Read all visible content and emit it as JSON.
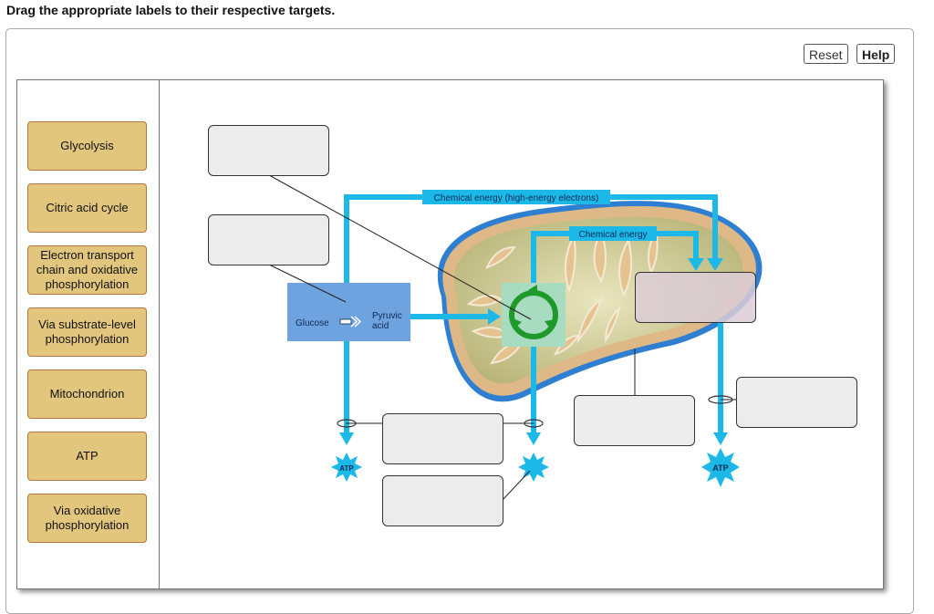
{
  "instruction": "Drag the appropriate labels to their respective targets.",
  "toolbar": {
    "reset_label": "Reset",
    "help_label": "Help"
  },
  "labels": [
    {
      "text": "Glycolysis"
    },
    {
      "text": "Citric acid cycle"
    },
    {
      "text": "Electron transport chain and oxidative phosphorylation"
    },
    {
      "text": "Via substrate-level phosphorylation"
    },
    {
      "text": "Mitochondrion"
    },
    {
      "text": "ATP"
    },
    {
      "text": "Via oxidative phosphorylation"
    }
  ],
  "diagram": {
    "glucose": "Glucose",
    "pyruvic_1": "Pyruvic",
    "pyruvic_2": "acid",
    "chem_energy_high": "Chemical energy (high-energy electrons)",
    "chem_energy": "Chemical energy",
    "atp_left": "ATP",
    "atp_right": "ATP"
  },
  "colors": {
    "label_fill": "#e2c67d",
    "label_border": "#b0763a",
    "arrow": "#1bb8e8",
    "glycolysis_box": "#6fa3e0",
    "krebs_box": "#a8dcc0",
    "cycle": "#1f9a2a",
    "target_fill": "#ececec"
  }
}
